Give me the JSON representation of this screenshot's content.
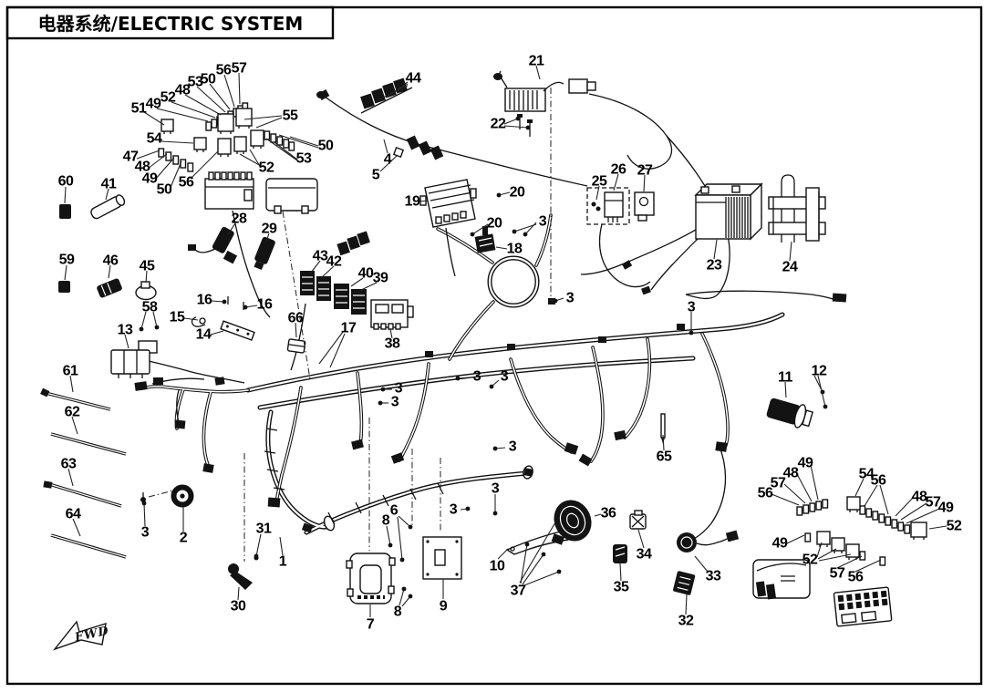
{
  "title": "电器系统/ELECTRIC SYSTEM",
  "fwd_label": "FWD",
  "callouts": [
    [
      "51",
      152,
      119
    ],
    [
      "49",
      168,
      114
    ],
    [
      "52",
      184,
      107
    ],
    [
      "48",
      200,
      99
    ],
    [
      "53",
      214,
      90
    ],
    [
      "50",
      228,
      87
    ],
    [
      "56",
      245,
      77
    ],
    [
      "57",
      262,
      75
    ],
    [
      "55",
      318,
      127
    ],
    [
      "54",
      169,
      152
    ],
    [
      "50",
      357,
      160
    ],
    [
      "53",
      333,
      174
    ],
    [
      "52",
      292,
      184
    ],
    [
      "47",
      143,
      172
    ],
    [
      "48",
      156,
      183
    ],
    [
      "49",
      164,
      196
    ],
    [
      "50",
      180,
      208
    ],
    [
      "56",
      204,
      200
    ],
    [
      "44",
      453,
      86
    ],
    [
      "21",
      588,
      67
    ],
    [
      "22",
      546,
      136
    ],
    [
      "4",
      425,
      175
    ],
    [
      "5",
      412,
      192
    ],
    [
      "19",
      452,
      221
    ],
    [
      "20",
      567,
      211
    ],
    [
      "20",
      542,
      245
    ],
    [
      "3",
      595,
      243
    ],
    [
      "18",
      564,
      273
    ],
    [
      "25",
      657,
      199
    ],
    [
      "26",
      678,
      186
    ],
    [
      "27",
      707,
      187
    ],
    [
      "23",
      783,
      291
    ],
    [
      "24",
      866,
      293
    ],
    [
      "3",
      625,
      327
    ],
    [
      "3",
      758,
      337
    ],
    [
      "60",
      72,
      199
    ],
    [
      "41",
      119,
      202
    ],
    [
      "59",
      73,
      285
    ],
    [
      "46",
      121,
      286
    ],
    [
      "45",
      161,
      292
    ],
    [
      "58",
      164,
      337
    ],
    [
      "13",
      137,
      362
    ],
    [
      "28",
      262,
      240
    ],
    [
      "29",
      295,
      251
    ],
    [
      "16",
      224,
      329
    ],
    [
      "16",
      290,
      334
    ],
    [
      "15",
      194,
      348
    ],
    [
      "14",
      223,
      367
    ],
    [
      "66",
      324,
      349
    ],
    [
      "17",
      382,
      360
    ],
    [
      "38",
      430,
      377
    ],
    [
      "43",
      351,
      281
    ],
    [
      "42",
      366,
      287
    ],
    [
      "40",
      401,
      300
    ],
    [
      "39",
      417,
      305
    ],
    [
      "61",
      77,
      407
    ],
    [
      "62",
      79,
      452
    ],
    [
      "63",
      75,
      509
    ],
    [
      "64",
      80,
      564
    ],
    [
      "3",
      159,
      584
    ],
    [
      "2",
      201,
      590
    ],
    [
      "31",
      289,
      580
    ],
    [
      "1",
      310,
      616
    ],
    [
      "30",
      261,
      665
    ],
    [
      "3",
      523,
      413
    ],
    [
      "3",
      553,
      413
    ],
    [
      "3",
      437,
      426
    ],
    [
      "3",
      433,
      441
    ],
    [
      "3",
      562,
      490
    ],
    [
      "3",
      543,
      536
    ],
    [
      "3",
      497,
      559
    ],
    [
      "6",
      432,
      560
    ],
    [
      "8",
      423,
      571
    ],
    [
      "8",
      436,
      671
    ],
    [
      "7",
      406,
      685
    ],
    [
      "9",
      486,
      665
    ],
    [
      "10",
      545,
      621
    ],
    [
      "36",
      667,
      563
    ],
    [
      "37",
      568,
      648
    ],
    [
      "34",
      706,
      608
    ],
    [
      "35",
      681,
      644
    ],
    [
      "33",
      782,
      632
    ],
    [
      "32",
      752,
      681
    ],
    [
      "65",
      728,
      501
    ],
    [
      "11",
      861,
      414
    ],
    [
      "12",
      898,
      407
    ],
    [
      "49",
      883,
      508
    ],
    [
      "48",
      867,
      519
    ],
    [
      "57",
      853,
      530
    ],
    [
      "56",
      839,
      541
    ],
    [
      "54",
      950,
      520
    ],
    [
      "56",
      963,
      527
    ],
    [
      "48",
      1008,
      545
    ],
    [
      "57",
      1023,
      551
    ],
    [
      "49",
      1037,
      557
    ],
    [
      "52",
      1046,
      577
    ],
    [
      "49",
      855,
      596
    ],
    [
      "52",
      888,
      614
    ],
    [
      "57",
      918,
      629
    ],
    [
      "56",
      938,
      633
    ]
  ],
  "leaders": [
    [
      158,
      123,
      180,
      137
    ],
    [
      172,
      119,
      228,
      133
    ],
    [
      188,
      112,
      236,
      129
    ],
    [
      203,
      104,
      242,
      126
    ],
    [
      216,
      95,
      247,
      123
    ],
    [
      230,
      92,
      252,
      120
    ],
    [
      246,
      82,
      257,
      117
    ],
    [
      262,
      80,
      263,
      114
    ],
    [
      309,
      127,
      268,
      131
    ],
    [
      309,
      129,
      281,
      140
    ],
    [
      176,
      155,
      212,
      157
    ],
    [
      349,
      160,
      318,
      150
    ],
    [
      349,
      162,
      306,
      148
    ],
    [
      326,
      175,
      301,
      156
    ],
    [
      326,
      176,
      292,
      152
    ],
    [
      286,
      182,
      263,
      169
    ],
    [
      286,
      184,
      274,
      164
    ],
    [
      150,
      174,
      175,
      165
    ],
    [
      162,
      185,
      183,
      169
    ],
    [
      170,
      197,
      191,
      173
    ],
    [
      186,
      208,
      199,
      177
    ],
    [
      209,
      196,
      239,
      166
    ],
    [
      447,
      90,
      433,
      100
    ],
    [
      447,
      92,
      424,
      105
    ],
    [
      447,
      94,
      414,
      110
    ],
    [
      588,
      72,
      592,
      87
    ],
    [
      553,
      136,
      568,
      130,
      "o"
    ],
    [
      553,
      138,
      579,
      140,
      "o"
    ],
    [
      425,
      168,
      421,
      153
    ],
    [
      417,
      188,
      436,
      170
    ],
    [
      460,
      221,
      469,
      220
    ],
    [
      559,
      211,
      547,
      214,
      "o"
    ],
    [
      535,
      246,
      518,
      257,
      "o"
    ],
    [
      588,
      244,
      576,
      257,
      "o"
    ],
    [
      588,
      246,
      564,
      254,
      "o"
    ],
    [
      556,
      273,
      544,
      271
    ],
    [
      657,
      204,
      654,
      219
    ],
    [
      678,
      191,
      673,
      209
    ],
    [
      707,
      192,
      706,
      210
    ],
    [
      783,
      284,
      786,
      263
    ],
    [
      866,
      286,
      868,
      265
    ],
    [
      618,
      327,
      609,
      330,
      "o"
    ],
    [
      758,
      342,
      758,
      365,
      "o"
    ],
    [
      72,
      205,
      71,
      223
    ],
    [
      119,
      207,
      116,
      219
    ],
    [
      73,
      291,
      71,
      307
    ],
    [
      121,
      291,
      119,
      305
    ],
    [
      161,
      297,
      160,
      310
    ],
    [
      160,
      342,
      155,
      361,
      "o"
    ],
    [
      168,
      342,
      172,
      359,
      "o"
    ],
    [
      137,
      367,
      141,
      382
    ],
    [
      258,
      245,
      250,
      257
    ],
    [
      295,
      256,
      292,
      265
    ],
    [
      232,
      330,
      246,
      331,
      "o"
    ],
    [
      282,
      335,
      269,
      337,
      "o"
    ],
    [
      202,
      349,
      217,
      351
    ],
    [
      231,
      367,
      245,
      363
    ],
    [
      324,
      354,
      325,
      370
    ],
    [
      376,
      364,
      350,
      399
    ],
    [
      378,
      366,
      362,
      403
    ],
    [
      430,
      371,
      428,
      361
    ],
    [
      351,
      286,
      341,
      299
    ],
    [
      366,
      292,
      352,
      305
    ],
    [
      398,
      305,
      385,
      314
    ],
    [
      413,
      310,
      394,
      319
    ],
    [
      77,
      412,
      80,
      430
    ],
    [
      79,
      457,
      85,
      476
    ],
    [
      75,
      514,
      80,
      533
    ],
    [
      80,
      569,
      88,
      588
    ],
    [
      159,
      577,
      158,
      552,
      "o"
    ],
    [
      201,
      583,
      201,
      556
    ],
    [
      286,
      586,
      281,
      610,
      "o"
    ],
    [
      310,
      609,
      307,
      589
    ],
    [
      261,
      658,
      262,
      644
    ],
    [
      516,
      414,
      502,
      415,
      "o"
    ],
    [
      547,
      417,
      539,
      424,
      "o"
    ],
    [
      430,
      427,
      420,
      427,
      "o"
    ],
    [
      426,
      442,
      417,
      442,
      "o"
    ],
    [
      554,
      491,
      543,
      492,
      "o"
    ],
    [
      543,
      542,
      543,
      563,
      "o"
    ],
    [
      505,
      559,
      513,
      558,
      "o"
    ],
    [
      437,
      566,
      450,
      578,
      "o"
    ],
    [
      436,
      567,
      441,
      614,
      "o"
    ],
    [
      424,
      577,
      428,
      598,
      "o"
    ],
    [
      438,
      664,
      443,
      646,
      "o"
    ],
    [
      441,
      665,
      450,
      654,
      "o"
    ],
    [
      406,
      677,
      406,
      663
    ],
    [
      486,
      657,
      486,
      635
    ],
    [
      546,
      613,
      557,
      602
    ],
    [
      659,
      564,
      652,
      566
    ],
    [
      571,
      640,
      578,
      597,
      "o"
    ],
    [
      573,
      641,
      596,
      608,
      "o"
    ],
    [
      575,
      642,
      613,
      627,
      "o"
    ],
    [
      570,
      639,
      609,
      573
    ],
    [
      706,
      601,
      700,
      581
    ],
    [
      681,
      637,
      680,
      618
    ],
    [
      776,
      627,
      762,
      610
    ],
    [
      752,
      674,
      753,
      652
    ],
    [
      728,
      494,
      727,
      477
    ],
    [
      861,
      419,
      862,
      436
    ],
    [
      893,
      412,
      902,
      430,
      "o"
    ],
    [
      897,
      412,
      905,
      446,
      "o"
    ],
    [
      846,
      542,
      876,
      554
    ],
    [
      860,
      531,
      883,
      552
    ],
    [
      874,
      520,
      890,
      550
    ],
    [
      889,
      510,
      897,
      548
    ],
    [
      947,
      525,
      938,
      544
    ],
    [
      962,
      532,
      948,
      555
    ],
    [
      965,
      532,
      974,
      564
    ],
    [
      1001,
      546,
      982,
      566
    ],
    [
      1016,
      552,
      988,
      570
    ],
    [
      1030,
      558,
      994,
      574
    ],
    [
      1038,
      577,
      1019,
      580
    ],
    [
      863,
      596,
      882,
      587
    ],
    [
      896,
      611,
      901,
      595
    ],
    [
      897,
      613,
      917,
      602
    ],
    [
      898,
      615,
      933,
      608
    ],
    [
      918,
      623,
      945,
      610
    ],
    [
      938,
      627,
      966,
      614
    ]
  ]
}
